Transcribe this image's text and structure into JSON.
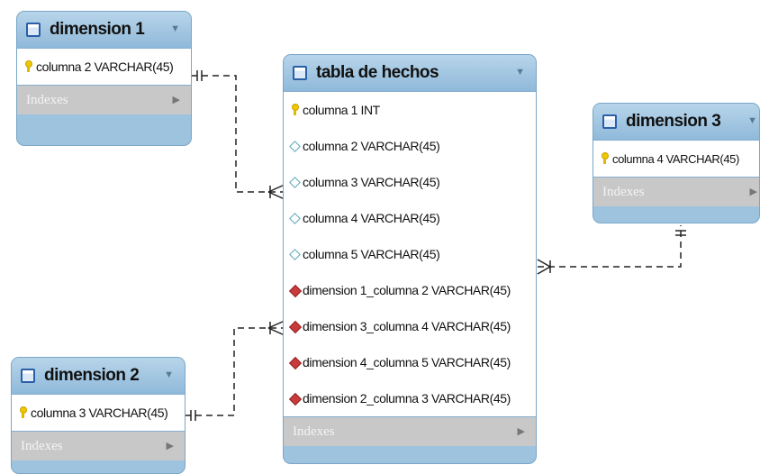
{
  "tables": {
    "dimension1": {
      "title": "dimension 1",
      "columns": [
        {
          "label": "columna 2 VARCHAR(45)",
          "kind": "key-icon"
        }
      ],
      "indexes_label": "Indexes"
    },
    "fact": {
      "title": "tabla de hechos",
      "columns": [
        {
          "label": "columna 1 INT",
          "kind": "key-icon"
        },
        {
          "label": "columna 2 VARCHAR(45)",
          "kind": "column-diamond-icon"
        },
        {
          "label": "columna 3 VARCHAR(45)",
          "kind": "column-diamond-icon"
        },
        {
          "label": "columna 4 VARCHAR(45)",
          "kind": "column-diamond-icon"
        },
        {
          "label": "columna 5 VARCHAR(45)",
          "kind": "column-diamond-icon"
        },
        {
          "label": "dimension 1_columna 2 VARCHAR(45)",
          "kind": "foreign-key-icon"
        },
        {
          "label": "dimension 3_columna 4 VARCHAR(45)",
          "kind": "foreign-key-icon"
        },
        {
          "label": "dimension 4_columna 5 VARCHAR(45)",
          "kind": "foreign-key-icon"
        },
        {
          "label": "dimension 2_columna 3 VARCHAR(45)",
          "kind": "foreign-key-icon"
        }
      ],
      "indexes_label": "Indexes"
    },
    "dimension3": {
      "title": "dimension 3",
      "columns": [
        {
          "label": "columna 4 VARCHAR(45)",
          "kind": "key-icon"
        }
      ],
      "indexes_label": "Indexes"
    },
    "dimension2": {
      "title": "dimension 2",
      "columns": [
        {
          "label": "columna 3 VARCHAR(45)",
          "kind": "key-icon"
        }
      ],
      "indexes_label": "Indexes"
    }
  },
  "icons": {
    "table": "table-icon",
    "collapse": "chevron-down-icon",
    "expand": "chevron-right-icon"
  },
  "colors": {
    "header": "#9ec3df",
    "foreign_key": "#c73b3b",
    "primary_key": "#f0c800",
    "indexes_bar": "#c8c8c8"
  }
}
